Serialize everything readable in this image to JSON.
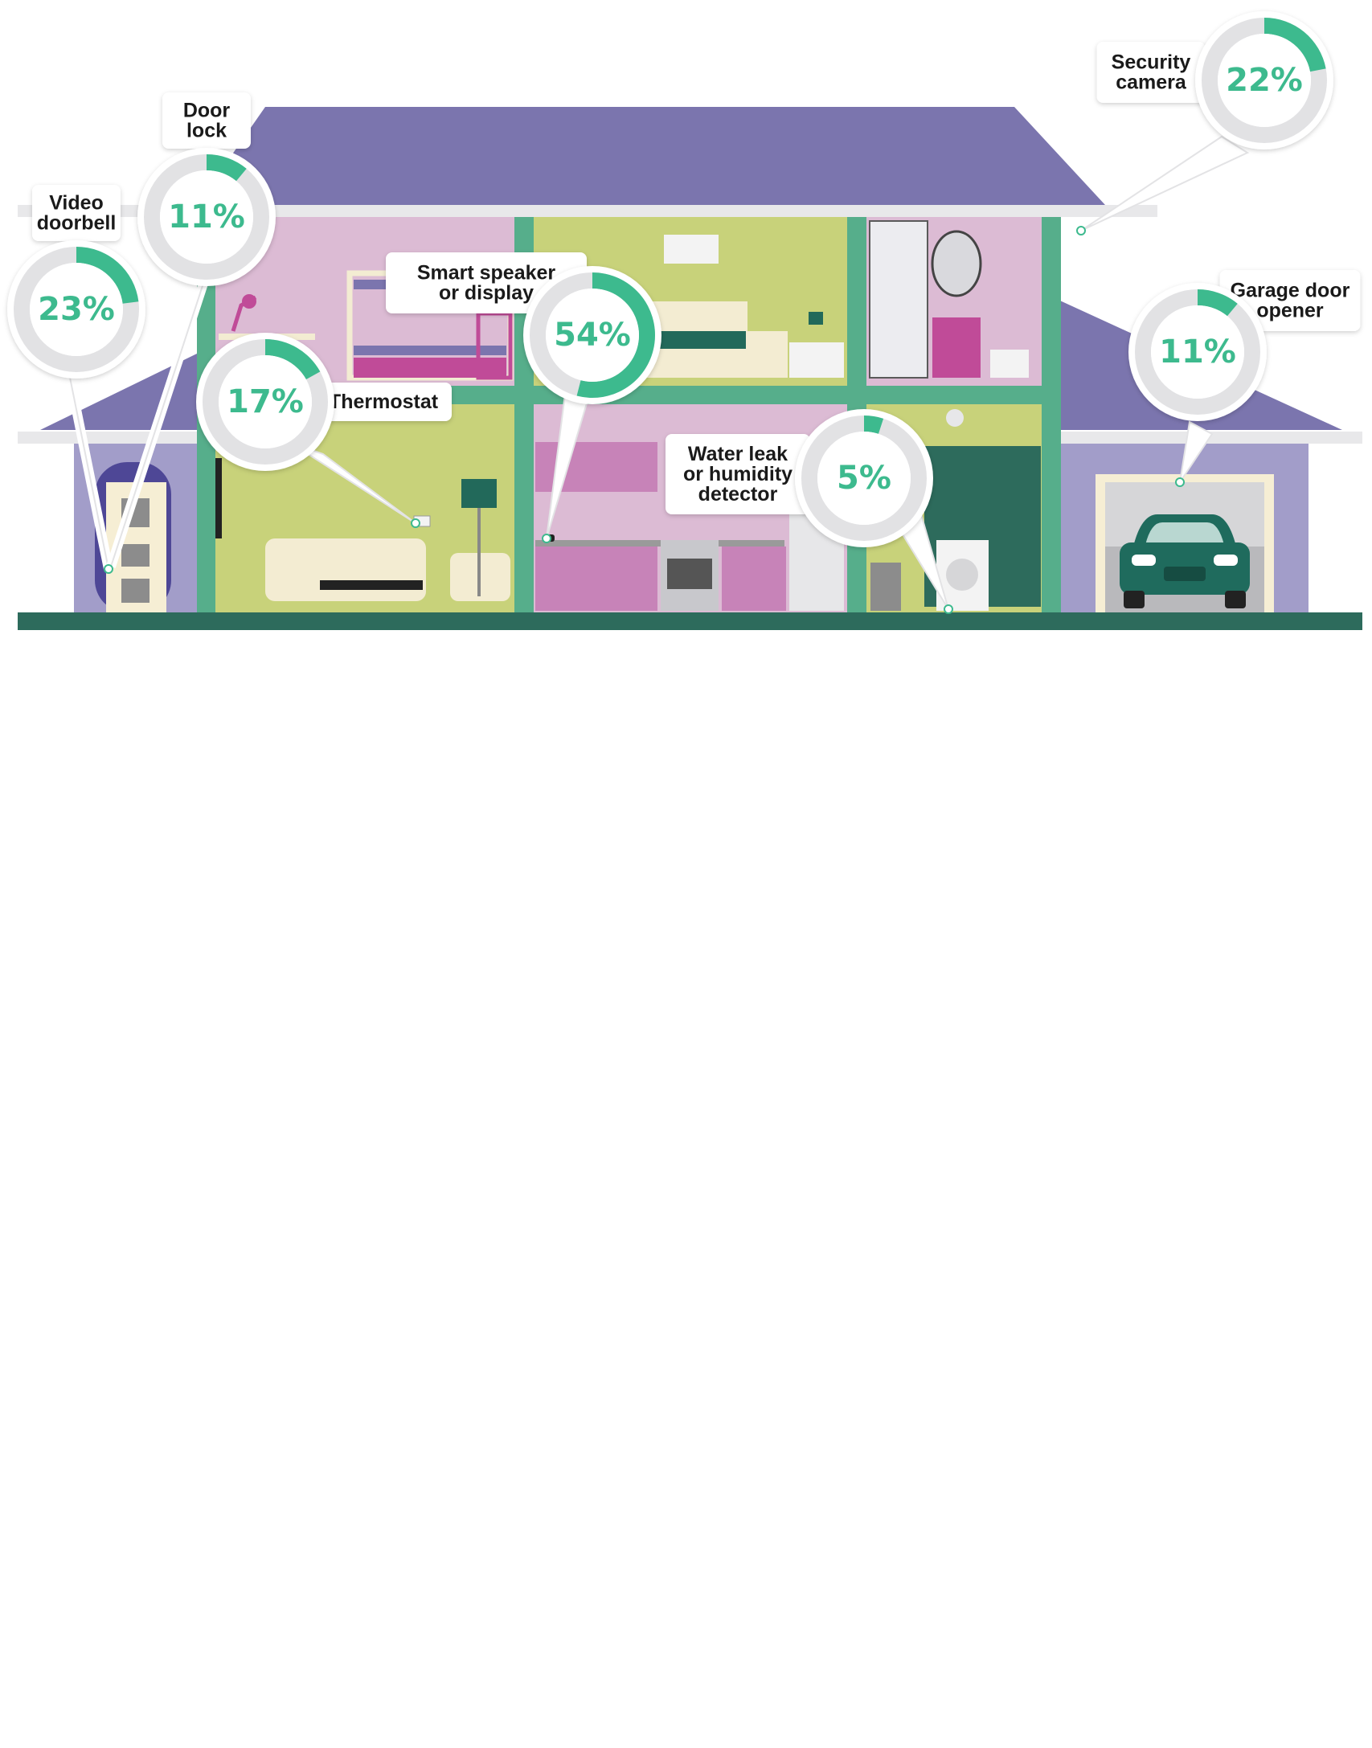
{
  "colors": {
    "accent": "#3dba8e",
    "ring": "#e2e2e4",
    "roof": "#7b75ae",
    "ground": "#2d6b5c"
  },
  "chart_data": {
    "type": "donut",
    "title": "",
    "items": [
      {
        "id": "video-doorbell",
        "label": [
          "Video",
          "doorbell"
        ],
        "value": 23,
        "display": "23%"
      },
      {
        "id": "door-lock",
        "label": [
          "Door",
          "lock"
        ],
        "value": 11,
        "display": "11%"
      },
      {
        "id": "thermostat",
        "label": [
          "Thermostat"
        ],
        "value": 17,
        "display": "17%"
      },
      {
        "id": "smart-speaker",
        "label": [
          "Smart speaker",
          "or display"
        ],
        "value": 54,
        "display": "54%"
      },
      {
        "id": "water-leak",
        "label": [
          "Water leak",
          "or humidity",
          "detector"
        ],
        "value": 5,
        "display": "5%"
      },
      {
        "id": "security-camera",
        "label": [
          "Security",
          "camera"
        ],
        "value": 22,
        "display": "22%"
      },
      {
        "id": "garage-door",
        "label": [
          "Garage door",
          "opener"
        ],
        "value": 11,
        "display": "11%"
      }
    ]
  }
}
